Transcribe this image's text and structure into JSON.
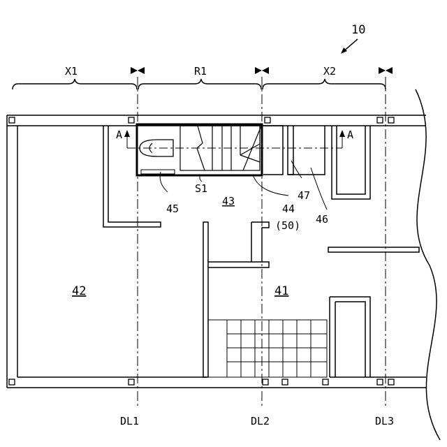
{
  "figure_ref": "10",
  "zones": {
    "x1": "X1",
    "r1": "R1",
    "x2": "X2"
  },
  "datum_lines": {
    "dl1": "DL1",
    "dl2": "DL2",
    "dl3": "DL3"
  },
  "section_marks": {
    "left": "A",
    "right": "A"
  },
  "callouts": {
    "s1": "S1",
    "c41": "41",
    "c42": "42",
    "c43": "43",
    "c44": "44",
    "c50": "(50)",
    "c45": "45",
    "c46": "46",
    "c47": "47"
  }
}
